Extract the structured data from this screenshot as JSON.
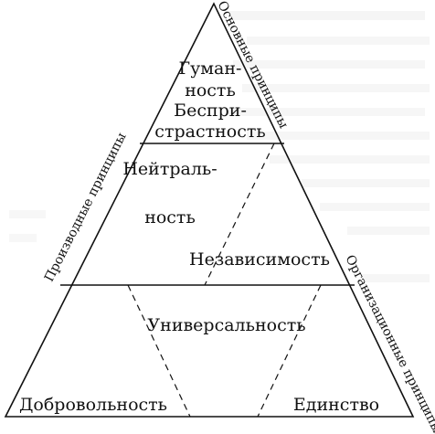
{
  "diagram": {
    "regions": {
      "top": [
        "Гуман-",
        "ность",
        "Беспри-",
        "страстность"
      ],
      "middle_left": [
        "Нейтраль-",
        "ность"
      ],
      "middle_right": "Независимость",
      "bottom_center": "Универсальность",
      "bottom_left": "Добровольность",
      "bottom_right": "Единство"
    },
    "sides": {
      "right_top": "Основные принципы",
      "left": "Производные принципы",
      "right_bottom": "Организационные принципы"
    }
  }
}
